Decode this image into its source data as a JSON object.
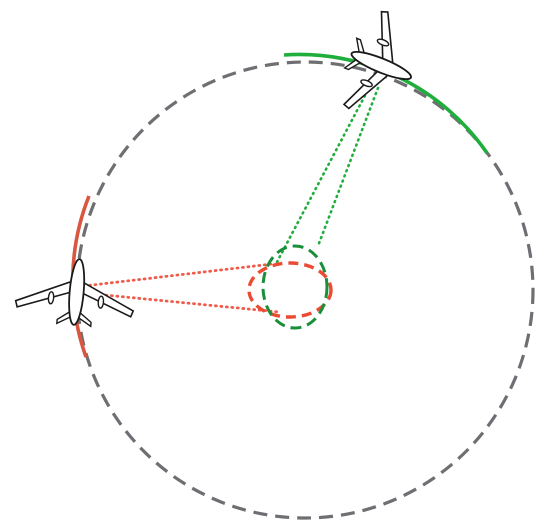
{
  "diagram": {
    "colors": {
      "background": "#ffffff",
      "orbit_dashed": "#6e6e73",
      "arc_green": "#1fae3c",
      "arc_red": "#d9573f",
      "beam_green": "#1fae3c",
      "beam_red": "#ef5a4a",
      "footprint_green": "#1a8f3a",
      "footprint_red": "#ec4b33",
      "aircraft_outline": "#1a1a1a",
      "aircraft_fill": "#ffffff"
    },
    "elements": [
      {
        "name": "circular-flight-path",
        "kind": "dashed orbit"
      },
      {
        "name": "aircraft-top-right",
        "kind": "aircraft icon"
      },
      {
        "name": "aircraft-left",
        "kind": "aircraft icon"
      },
      {
        "name": "green-arc-segment",
        "kind": "coverage arc"
      },
      {
        "name": "red-arc-segment",
        "kind": "coverage arc"
      },
      {
        "name": "green-beam",
        "kind": "dotted sensor beam"
      },
      {
        "name": "red-beam",
        "kind": "dotted sensor beam"
      },
      {
        "name": "green-footprint",
        "kind": "dashed ellipse"
      },
      {
        "name": "red-footprint",
        "kind": "dashed ellipse"
      }
    ]
  }
}
